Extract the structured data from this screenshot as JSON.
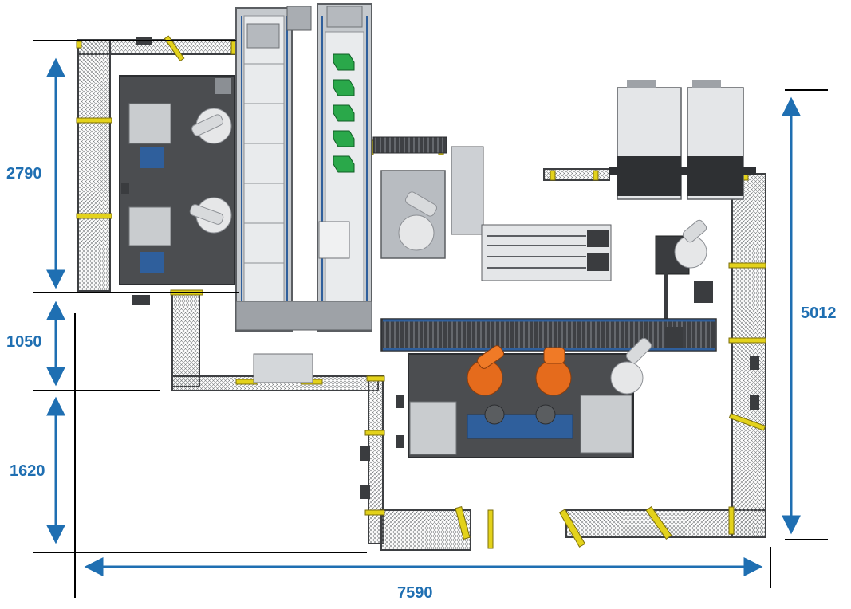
{
  "dimensions": {
    "left_top": "2790",
    "left_middle": "1050",
    "left_bottom": "1620",
    "right_height": "5012",
    "bottom_width": "7590"
  },
  "colors": {
    "dimension": "#1f6fb2",
    "fence_post": "#e3d21b",
    "fence_mesh": "#5a5d60",
    "floor_plate": "#4b4d50",
    "frame": "#b9bec4",
    "robot_orange": "#e56b1c",
    "robot_white": "#e6e7e8",
    "conveyor_blue": "#2f5f9c",
    "part_green": "#2aa84a"
  },
  "icons": [
    "robot-arm-icon",
    "gripper-icon",
    "conveyor-icon",
    "safety-fence-icon",
    "cnc-machine-icon"
  ]
}
